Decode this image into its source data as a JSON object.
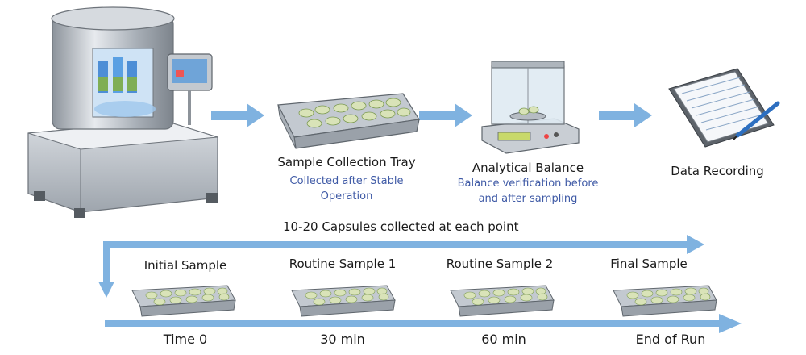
{
  "stages": [
    {
      "title": "",
      "subtitle_lines": []
    },
    {
      "title": "Sample Collection Tray",
      "subtitle_lines": [
        "Collected after Stable",
        "Operation"
      ]
    },
    {
      "title": "Analytical Balance",
      "subtitle_lines": [
        "Balance verification before",
        "and after sampling"
      ]
    },
    {
      "title": "Data Recording",
      "subtitle_lines": []
    }
  ],
  "capsules_note": "10-20 Capsules collected at each point",
  "samples": [
    {
      "label": "Initial Sample",
      "time": "Time 0"
    },
    {
      "label": "Routine Sample 1",
      "time": "30 min"
    },
    {
      "label": "Routine Sample 2",
      "time": "60 min"
    },
    {
      "label": "Final Sample",
      "time": "End of Run"
    }
  ],
  "colors": {
    "arrow": "#7fb2e0",
    "steel": "#b9bfc6",
    "capsule": "#d9e3b8",
    "subtitle": "#3f5aa6"
  }
}
